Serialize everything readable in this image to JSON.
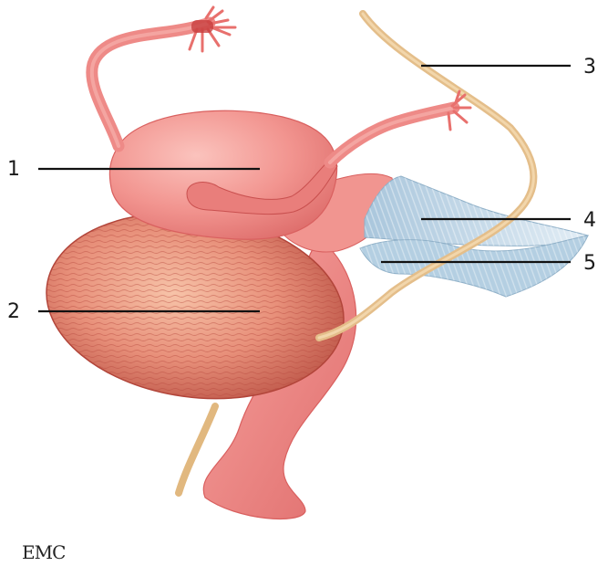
{
  "labels": [
    "1",
    "2",
    "3",
    "4",
    "5"
  ],
  "logo": "EMC",
  "colors": {
    "uterus": "#f08f8c",
    "uterus_dark": "#d9605f",
    "bladder": "#e4836c",
    "bladder_dark": "#b2453a",
    "ureter": "#e8c48f",
    "ligament": "#c9dce9",
    "leader": "#111111"
  }
}
